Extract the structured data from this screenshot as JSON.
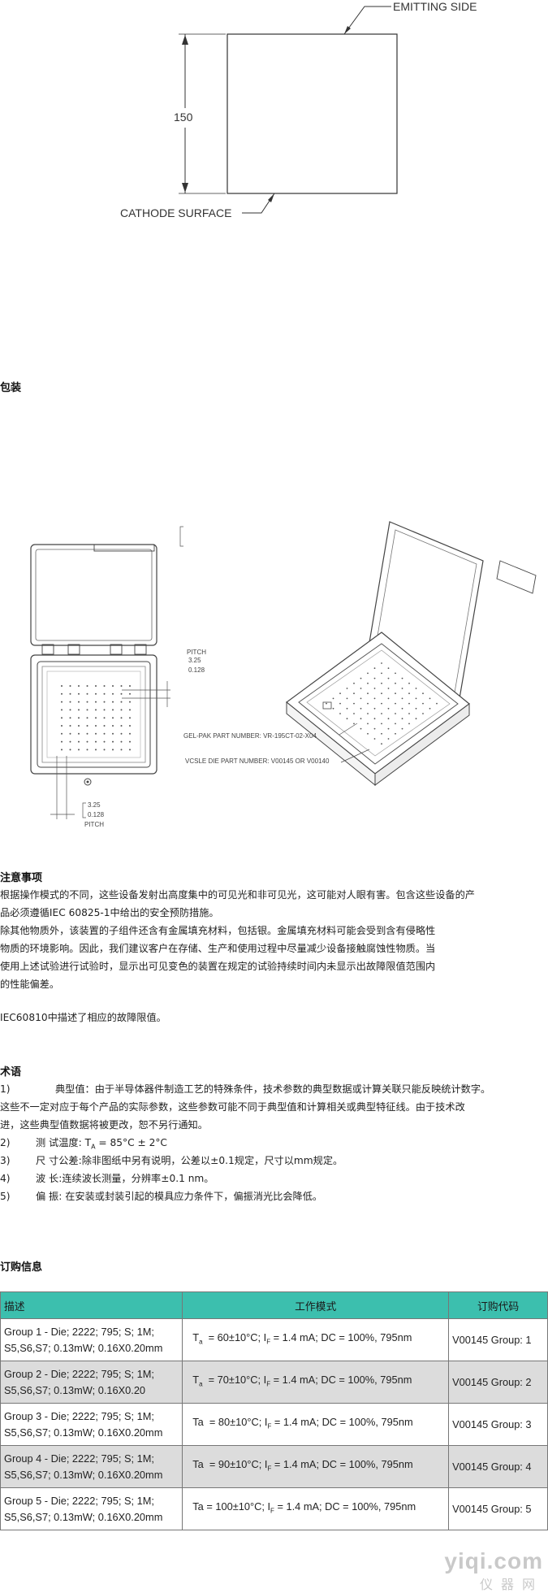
{
  "diagram_top": {
    "emitting_label": "EMITTING SIDE",
    "dimension_label": "150",
    "cathode_label": "CATHODE SURFACE"
  },
  "packaging": {
    "heading": "包装",
    "pitch_top_label": "PITCH",
    "pitch_top_value_1": "3.25",
    "pitch_top_value_2": "0.128",
    "pitch_bottom_value_1": "3.25",
    "pitch_bottom_value_2": "0.128",
    "pitch_bottom_label": "PITCH",
    "gelpak_label": "GEL-PAK PART NUMBER: VR-195CT-02-X04",
    "vcsle_label": "VCSLE DIE PART NUMBER: V00145 OR V00140"
  },
  "notes": {
    "heading": "注意事项",
    "lines": [
      "根据操作模式的不同，这些设备发射出高度集中的可见光和非可见光，这可能对人眼有害。包含这些设备的产",
      "品必须遵循IEC 60825-1中给出的安全预防措施。",
      "除其他物质外，该装置的子组件还含有金属填充材料，包括银。金属填充材料可能会受到含有侵略性",
      "物质的环境影响。因此，我们建议客户在存储、生产和使用过程中尽量减少设备接触腐蚀性物质。当",
      "使用上述试验进行试验时，显示出可见变色的装置在规定的试验持续时间内未显示出故障限值范围内",
      "的性能偏差。"
    ],
    "iec_line": "IEC60810中描述了相应的故障限值。"
  },
  "terms": {
    "heading": "术语",
    "item1_num": "1)",
    "item1_line1": "典型值：由于半导体器件制造工艺的特殊条件，技术参数的典型数据或计算关联只能反映统计数字。",
    "item1_line2": "这些不一定对应于每个产品的实际参数，这些参数可能不同于典型值和计算相关或典型特征线。由于技术改",
    "item1_line3": "进，这些典型值数据将被更改，恕不另行通知。",
    "item2_num": "2)",
    "item2_text": "测 试温度: T",
    "item2_sub": "A",
    "item2_tail": " = 85°C ± 2°C",
    "item3_num": "3)",
    "item3_text": "尺 寸公差:除非图纸中另有说明，公差以±0.1规定，尺寸以mm规定。",
    "item4_num": "4)",
    "item4_text": "波 长:连续波长测量，分辨率±0.1 nm。",
    "item5_num": "5)",
    "item5_text": "偏 振: 在安装或封装引起的模具应力条件下，偏振消光比会降低。"
  },
  "ordering": {
    "heading": "订购信息",
    "headers": [
      "描述",
      "工作模式",
      "订购代码"
    ],
    "rows": [
      {
        "desc1": "Group 1 - Die; 2222; 795; S; 1M;",
        "desc2": "S5,S6,S7; 0.13mW; 0.16X0.20mm",
        "ta": "T",
        "ta_sub": "a",
        "mode": "  = 60±10°C; I",
        "if_sub": "F",
        "mode_tail": " = 1.4 mA; DC = 100%, 795nm",
        "code": "V00145 Group: 1"
      },
      {
        "desc1": "Group 2 - Die; 2222; 795; S; 1M;",
        "desc2": "S5,S6,S7; 0.13mW; 0.16X0.20",
        "ta": "T",
        "ta_sub": "a",
        "mode": "  = 70±10°C; I",
        "if_sub": "F",
        "mode_tail": " = 1.4 mA; DC = 100%, 795nm",
        "code": "V00145 Group: 2"
      },
      {
        "desc1": "Group 3 - Die; 2222; 795; S; 1M;",
        "desc2": "S5,S6,S7; 0.13mW; 0.16X0.20mm",
        "ta": "Ta",
        "ta_sub": "",
        "mode": "  = 80±10°C; I",
        "if_sub": "F",
        "mode_tail": " = 1.4 mA; DC = 100%, 795nm",
        "code": "V00145 Group: 3"
      },
      {
        "desc1": "Group 4 - Die; 2222; 795; S; 1M;",
        "desc2": "S5,S6,S7; 0.13mW; 0.16X0.20mm",
        "ta": "Ta",
        "ta_sub": "",
        "mode": "  = 90±10°C; I",
        "if_sub": "F",
        "mode_tail": " = 1.4 mA; DC = 100%, 795nm",
        "code": "V00145 Group: 4"
      },
      {
        "desc1": "Group 5 - Die; 2222; 795; S; 1M;",
        "desc2": "S5,S6,S7; 0.13mW; 0.16X0.20mm",
        "ta": "Ta",
        "ta_sub": "",
        "mode": " = 100±10°C; I",
        "if_sub": "F",
        "mode_tail": " = 1.4 mA; DC = 100%, 795nm",
        "code": "V00145 Group: 5"
      }
    ]
  },
  "watermark": {
    "line1": "yiqi.com",
    "line2": "仪器网"
  }
}
